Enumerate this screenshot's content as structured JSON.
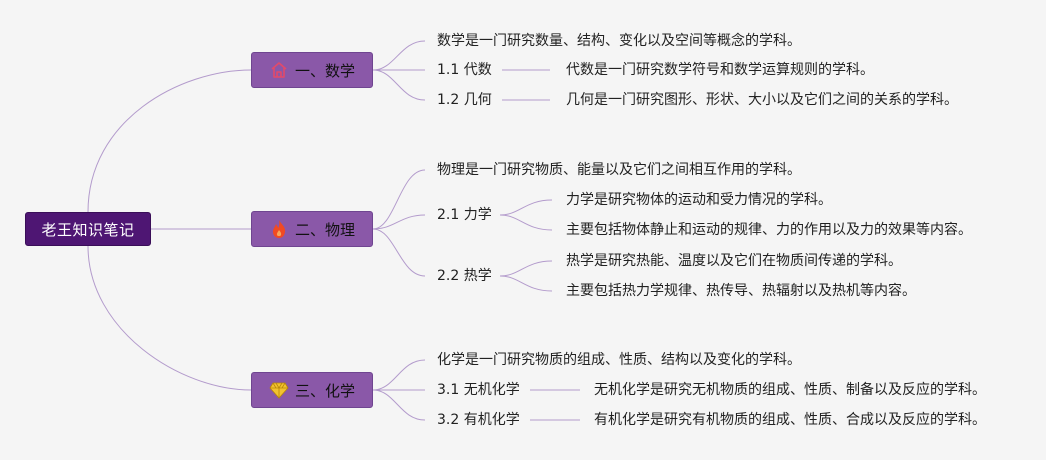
{
  "root": {
    "label": "老王知识笔记"
  },
  "branches": [
    {
      "label": "一、数学",
      "icon": "house-icon",
      "icon_color": "#e24a6a",
      "intro": "数学是一门研究数量、结构、变化以及空间等概念的学科。",
      "subs": [
        {
          "label": "1.1 代数",
          "items": [
            "代数是一门研究数学符号和数学运算规则的学科。"
          ]
        },
        {
          "label": "1.2 几何",
          "items": [
            "几何是一门研究图形、形状、大小以及它们之间的关系的学科。"
          ]
        }
      ]
    },
    {
      "label": "二、物理",
      "icon": "flame-icon",
      "icon_color": "#f04a23",
      "intro": "物理是一门研究物质、能量以及它们之间相互作用的学科。",
      "subs": [
        {
          "label": "2.1 力学",
          "items": [
            "力学是研究物体的运动和受力情况的学科。",
            "主要包括物体静止和运动的规律、力的作用以及力的效果等内容。"
          ]
        },
        {
          "label": "2.2 热学",
          "items": [
            "热学是研究热能、温度以及它们在物质间传递的学科。",
            "主要包括热力学规律、热传导、热辐射以及热机等内容。"
          ]
        }
      ]
    },
    {
      "label": "三、化学",
      "icon": "diamond-icon",
      "icon_color": "#f2c230",
      "intro": "化学是一门研究物质的组成、性质、结构以及变化的学科。",
      "subs": [
        {
          "label": "3.1 无机化学",
          "items": [
            "无机化学是研究无机物质的组成、性质、制备以及反应的学科。"
          ]
        },
        {
          "label": "3.2 有机化学",
          "items": [
            "有机化学是研究有机物质的组成、性质、合成以及反应的学科。"
          ]
        }
      ]
    }
  ],
  "colors": {
    "root_bg": "#4e1673",
    "branch_bg": "#8a58a8",
    "line": "#a98bc4",
    "background": "#f5f5f5"
  }
}
